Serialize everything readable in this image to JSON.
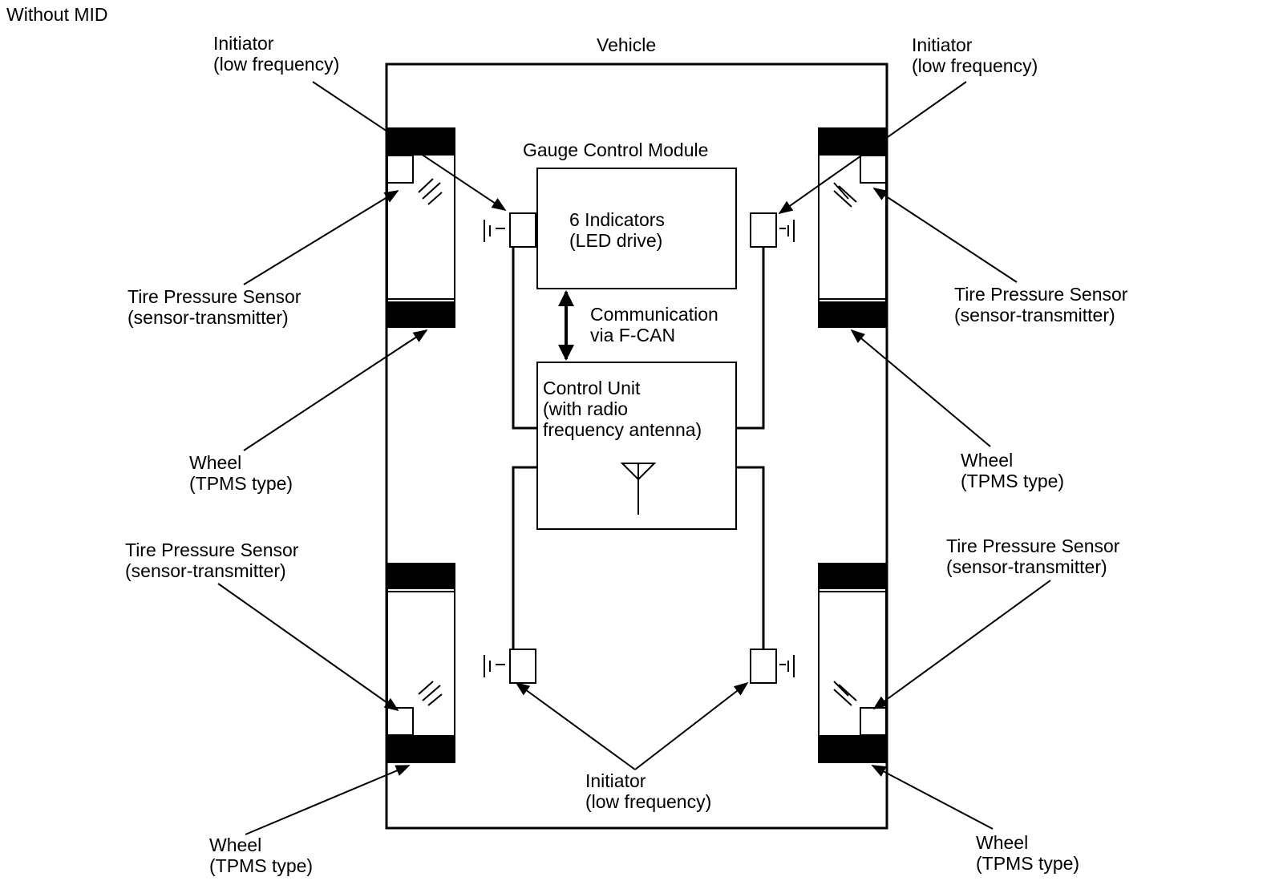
{
  "header": {
    "variant": "Without MID"
  },
  "vehicle": {
    "label": "Vehicle"
  },
  "gauge_module": {
    "title": "Gauge Control Module",
    "line1": "6 Indicators",
    "line2": "(LED drive)"
  },
  "communication": {
    "line1": "Communication",
    "line2": "via F-CAN"
  },
  "control_unit": {
    "line1": "Control Unit",
    "line2": "(with radio",
    "line3": "frequency antenna)"
  },
  "labels": {
    "initiator_fl": {
      "line1": "Initiator",
      "line2": "(low frequency)"
    },
    "initiator_fr": {
      "line1": "Initiator",
      "line2": "(low frequency)"
    },
    "initiator_rear": {
      "line1": "Initiator",
      "line2": "(low frequency)"
    },
    "sensor_fl": {
      "line1": "Tire Pressure Sensor",
      "line2": "(sensor-transmitter)"
    },
    "sensor_fr": {
      "line1": "Tire Pressure Sensor",
      "line2": "(sensor-transmitter)"
    },
    "sensor_rl": {
      "line1": "Tire Pressure Sensor",
      "line2": "(sensor-transmitter)"
    },
    "sensor_rr": {
      "line1": "Tire Pressure Sensor",
      "line2": "(sensor-transmitter)"
    },
    "wheel_fl": {
      "line1": "Wheel",
      "line2": "(TPMS type)"
    },
    "wheel_fr": {
      "line1": "Wheel",
      "line2": "(TPMS type)"
    },
    "wheel_rl": {
      "line1": "Wheel",
      "line2": "(TPMS type)"
    },
    "wheel_rr": {
      "line1": "Wheel",
      "line2": "(TPMS type)"
    }
  }
}
